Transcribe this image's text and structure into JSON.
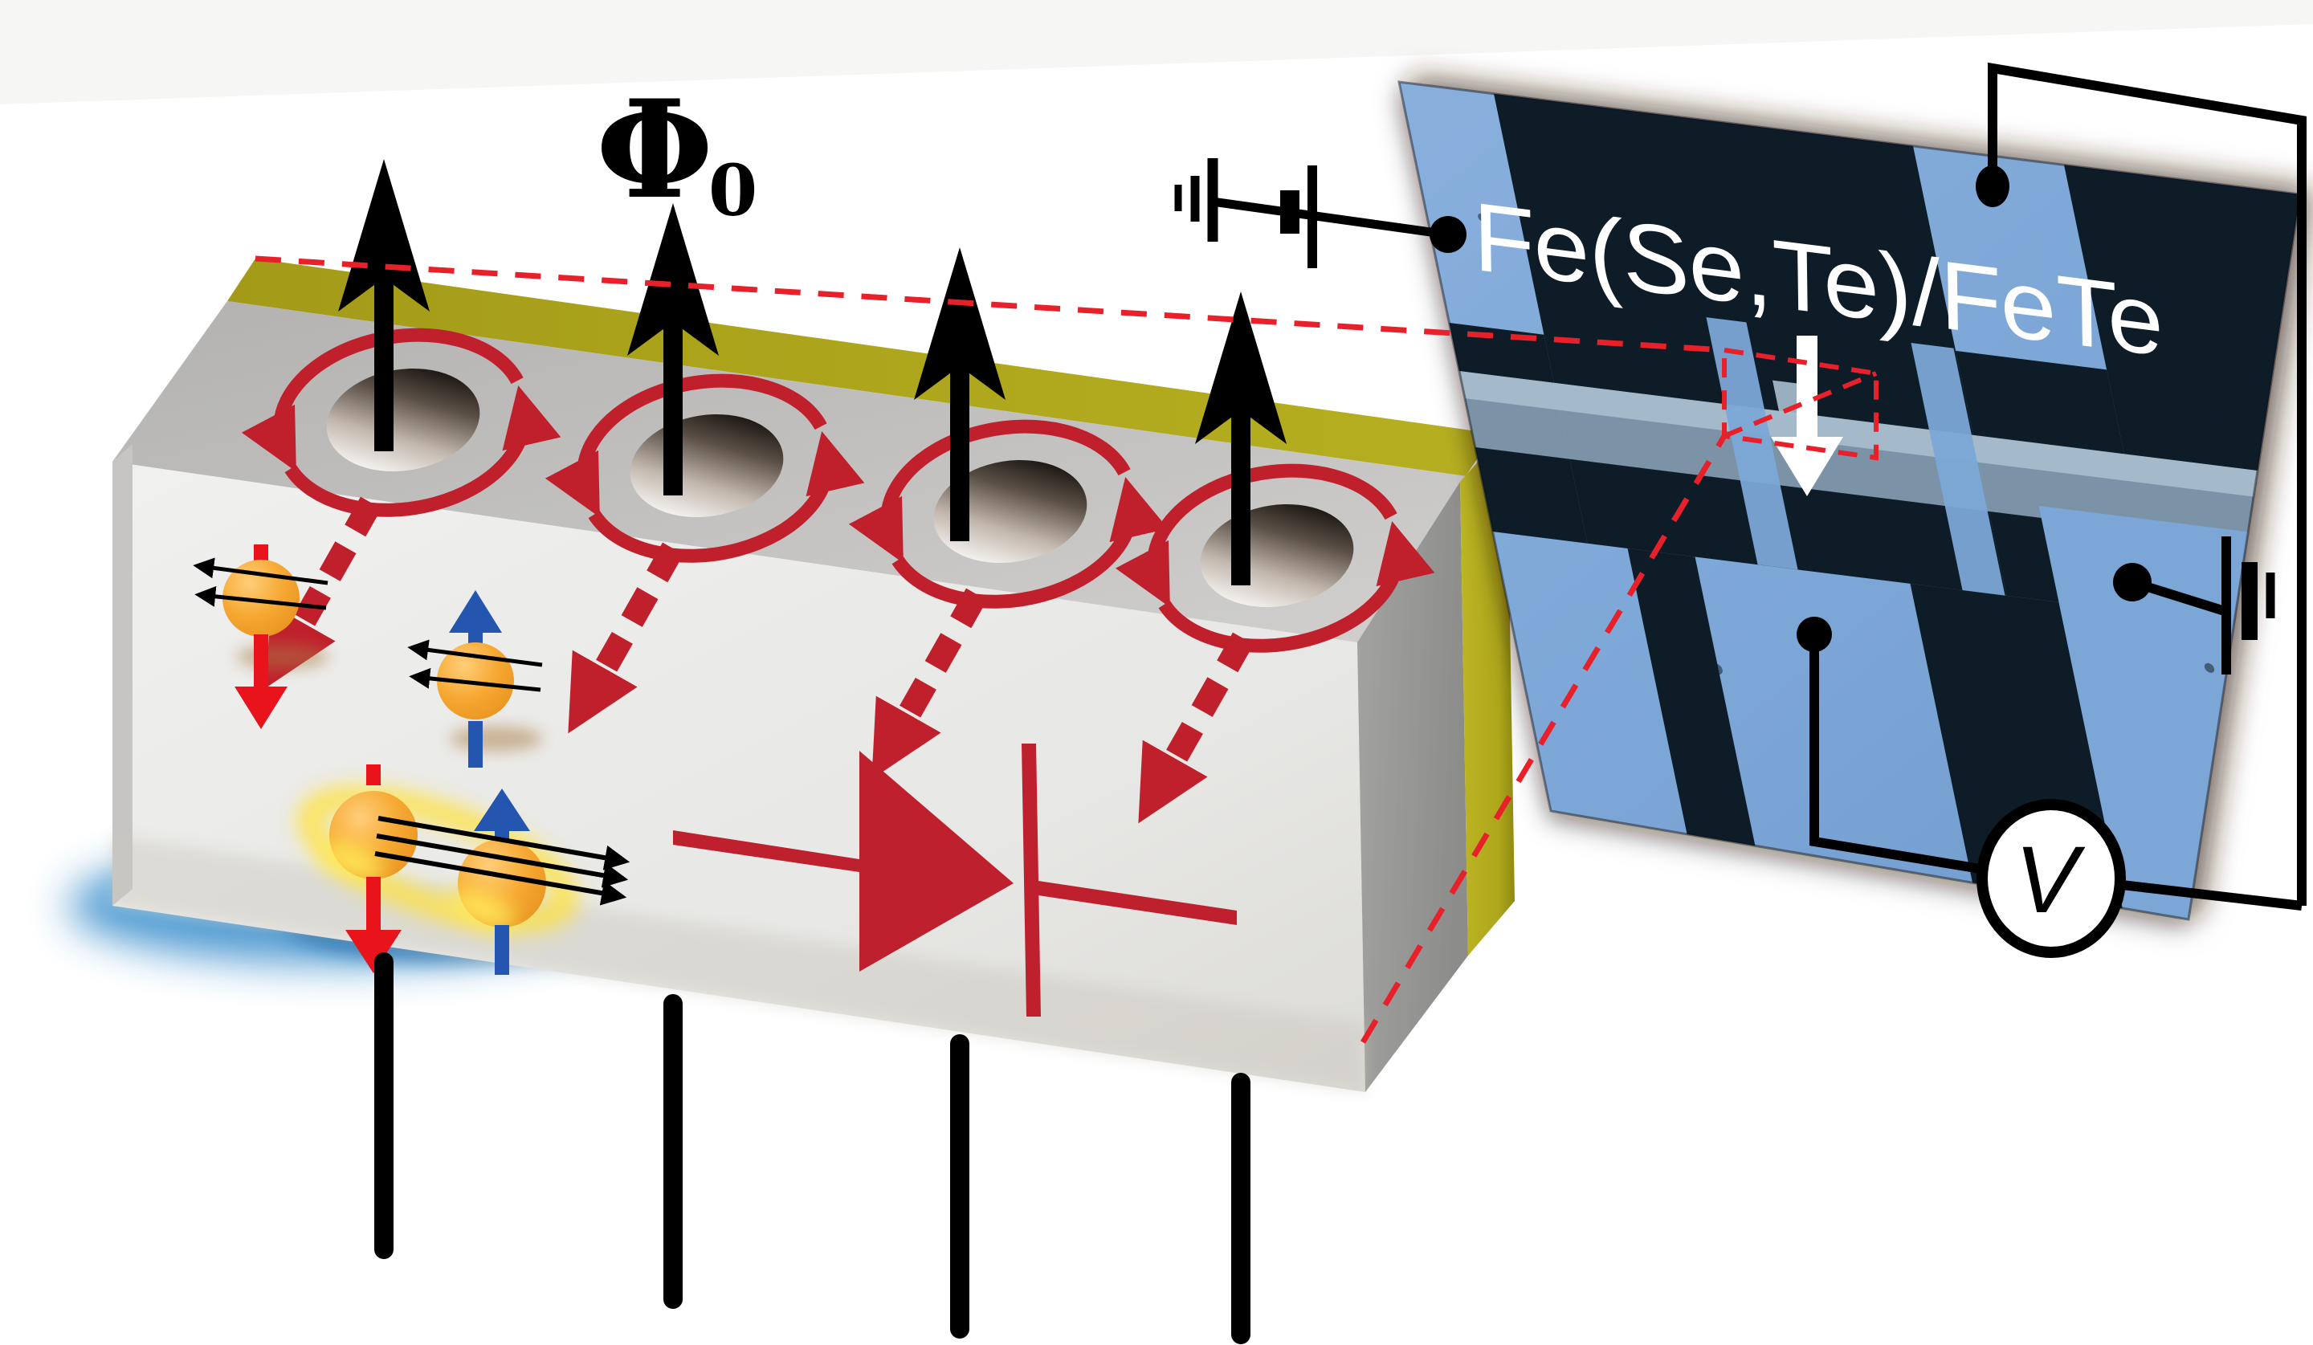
{
  "labels": {
    "flux_quantum_main": "Φ",
    "flux_quantum_sub": "0",
    "device": "Fe(Se,Te)/FeTe",
    "voltmeter": "V"
  },
  "counts": {
    "flux_arrows": 4,
    "vortices": 4,
    "flux_pins_below": 4,
    "electron_spheres": 4
  },
  "colors": {
    "accent_red": "#C0202C",
    "dashed_red": "#E8202A",
    "olive_layer": "#ADA51C",
    "block_front": "#E9E9E7",
    "block_top": "#BEBDBB",
    "block_side": "#969694",
    "sphere_orange": "#F5A93C",
    "spin_down_red": "#E8131B",
    "spin_up_blue": "#2456B0",
    "photo_blue": "#7CA6D6",
    "photo_dark": "#0D1A27",
    "glow_blue": "#1F7EC2",
    "glow_yellow": "#FFE23E",
    "wire_black": "#000000",
    "text_white": "#FFFFFF"
  },
  "icons": [
    "flux-arrow-icon",
    "vortex-circulation-icon",
    "flux-pull-arrow-icon",
    "spin-down-arrow-icon",
    "spin-up-arrow-icon",
    "momentum-arrow-icon",
    "diode-icon",
    "battery-icon",
    "ground-icon",
    "voltmeter-icon",
    "zoom-region-dashed-rect",
    "down-arrow-icon"
  ]
}
